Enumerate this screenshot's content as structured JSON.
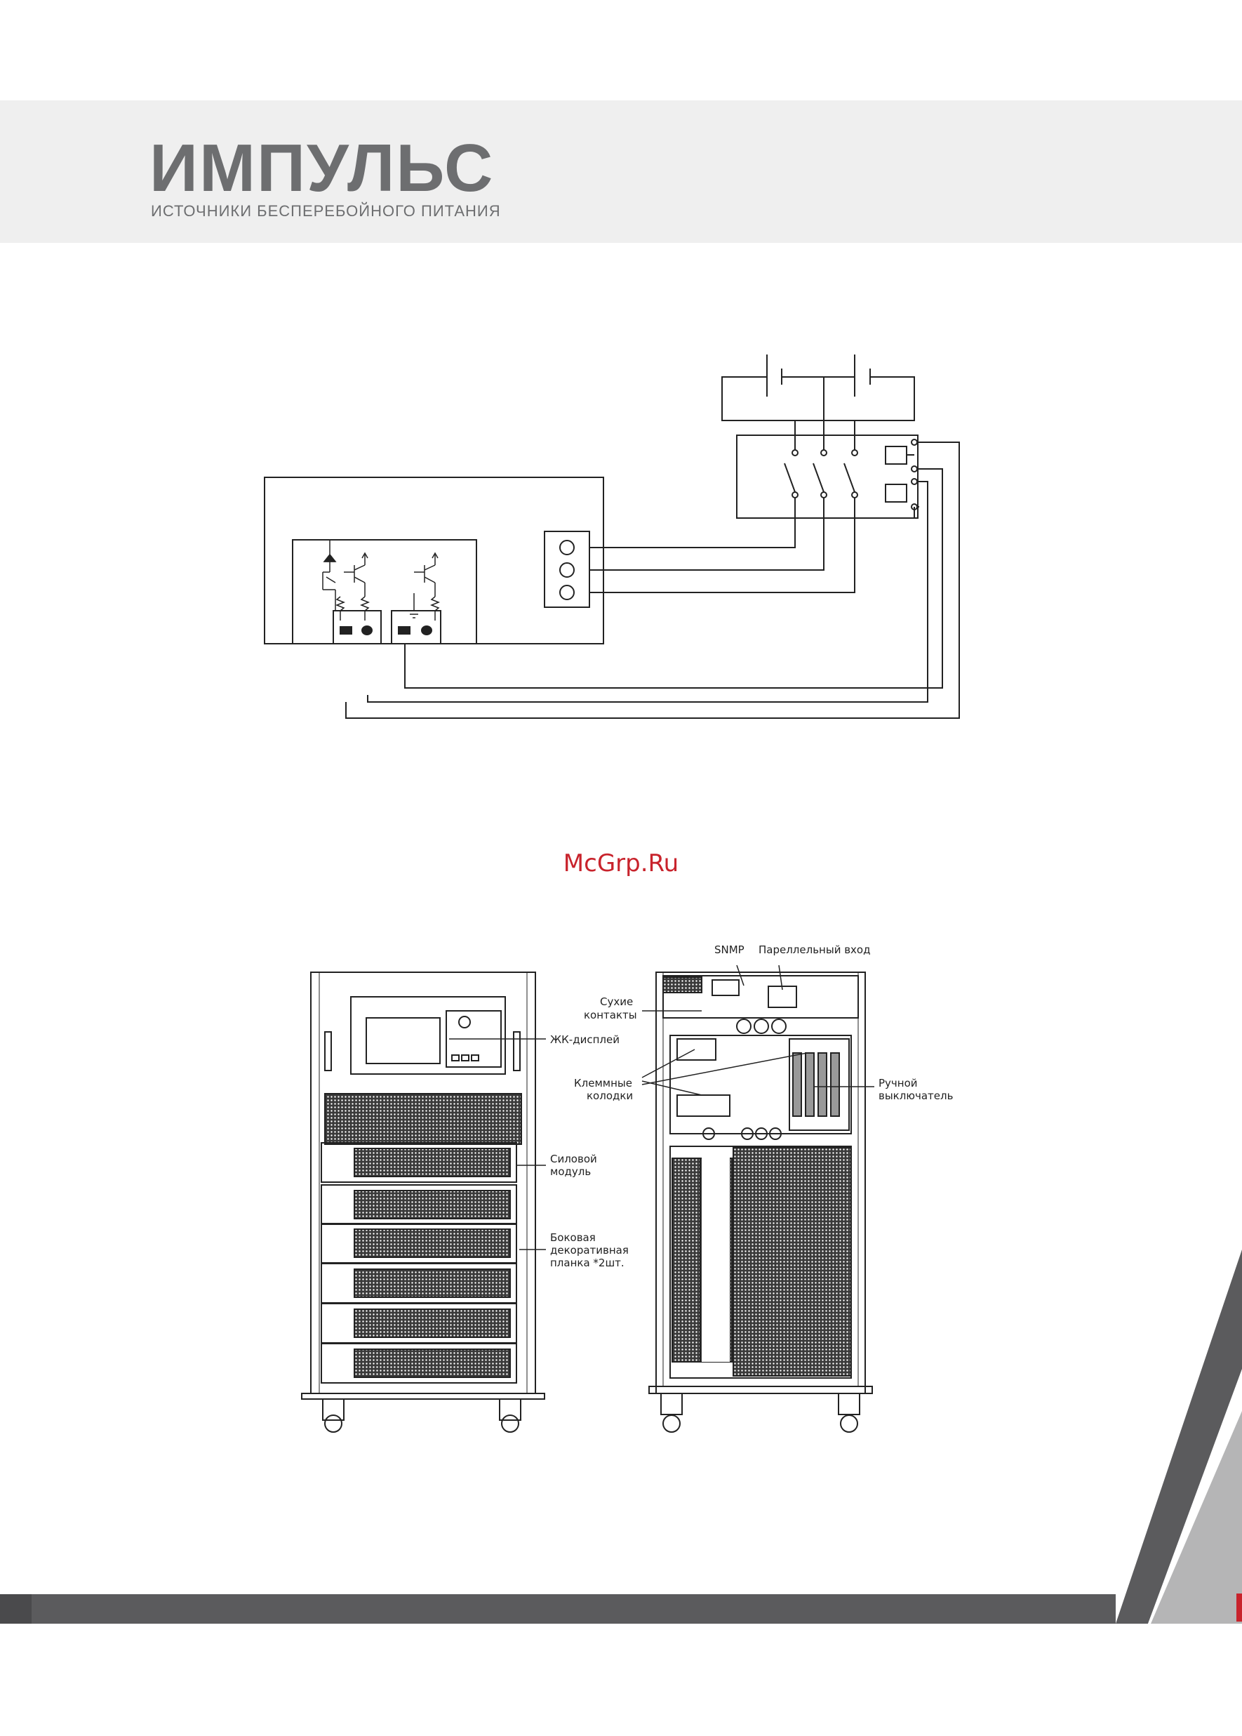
{
  "header": {
    "logo_name": "ИМПУЛЬС",
    "logo_tagline": "ИСТОЧНИКИ БЕСПЕРЕБОЙНОГО ПИТАНИЯ"
  },
  "watermark": "McGrp.Ru",
  "cabinet_labels": {
    "snmp": "SNMP",
    "parallel_input": "Пареллельный вход",
    "dry_contacts_1": "Сухие",
    "dry_contacts_2": "контакты",
    "lcd": "ЖК-дисплей",
    "terminal_blocks_1": "Клеммные",
    "terminal_blocks_2": "колодки",
    "manual_switch_1": "Ручной",
    "manual_switch_2": "выключатель",
    "power_module_1": "Силовой",
    "power_module_2": "модуль",
    "side_panel_1": "Боковая",
    "side_panel_2": "декоративная",
    "side_panel_3": "планка *2шт."
  },
  "colors": {
    "header_band": "#efefef",
    "logo": "#6d6e70",
    "footer_bar": "#5b5b5d",
    "watermark": "#c8232c",
    "accent_light": "#b5b5b6"
  }
}
